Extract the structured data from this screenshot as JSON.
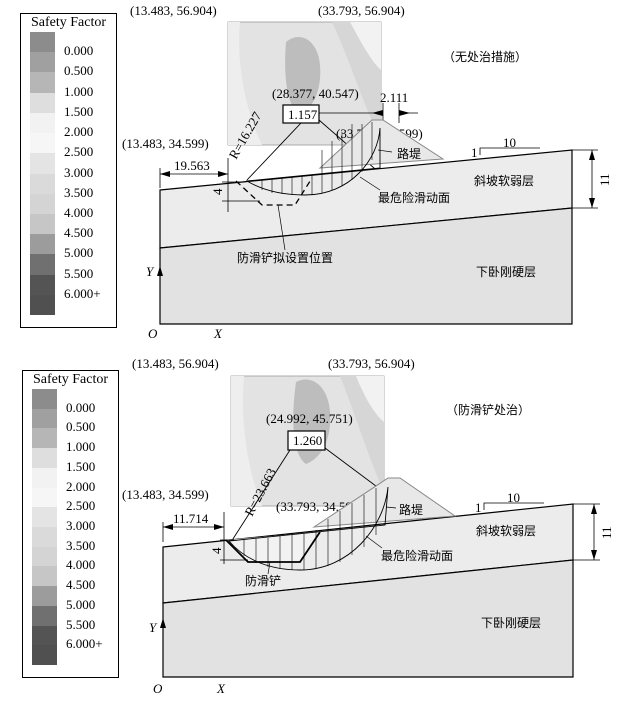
{
  "legend": {
    "title": "Safety Factor",
    "labels": [
      "0.000",
      "0.500",
      "1.000",
      "1.500",
      "2.000",
      "2.500",
      "3.000",
      "3.500",
      "4.000",
      "4.500",
      "5.000",
      "5.500",
      "6.000+"
    ],
    "colors": [
      "#8c8c8c",
      "#a0a0a0",
      "#b6b6b6",
      "#dedede",
      "#f2f2f2",
      "#f6f6f6",
      "#e4e4e4",
      "#dadada",
      "#d4d4d4",
      "#c6c6c6",
      "#9c9c9c",
      "#707070",
      "#545454",
      "#505050"
    ]
  },
  "panels": [
    {
      "condition": "（无处治措施）",
      "grid_top_left": "(13.483, 56.904)",
      "grid_top_right": "(33.793, 56.904)",
      "grid_bottom_left": "(13.483, 34.599)",
      "grid_bottom_right": "(33.793, 34.599)",
      "center": "(28.377, 40.547)",
      "min_fs": "1.157",
      "radius": "R=16.227",
      "offset": "2.111",
      "dist": "19.563",
      "depth": "4",
      "slope_rise": "1",
      "slope_run": "10",
      "height": "11",
      "road": "路堤",
      "weak_layer": "斜坡软弱层",
      "hard_layer": "下卧刚硬层",
      "slip_surface": "最危险滑动面",
      "pile_label": "防滑铲拟设置位置",
      "axis_y": "Y",
      "axis_x": "X",
      "origin": "O"
    },
    {
      "condition": "（防滑铲处治）",
      "grid_top_left": "(13.483, 56.904)",
      "grid_top_right": "(33.793, 56.904)",
      "grid_bottom_left": "(13.483, 34.599)",
      "grid_bottom_right": "(33.793, 34.599)",
      "center": "(24.992, 45.751)",
      "min_fs": "1.260",
      "radius": "R=23.663",
      "dist": "11.714",
      "depth": "4",
      "slope_rise": "1",
      "slope_run": "10",
      "height": "11",
      "road": "路堤",
      "weak_layer": "斜坡软弱层",
      "hard_layer": "下卧刚硬层",
      "slip_surface": "最危险滑动面",
      "pile_label": "防滑铲",
      "axis_y": "Y",
      "axis_x": "X",
      "origin": "O"
    }
  ]
}
